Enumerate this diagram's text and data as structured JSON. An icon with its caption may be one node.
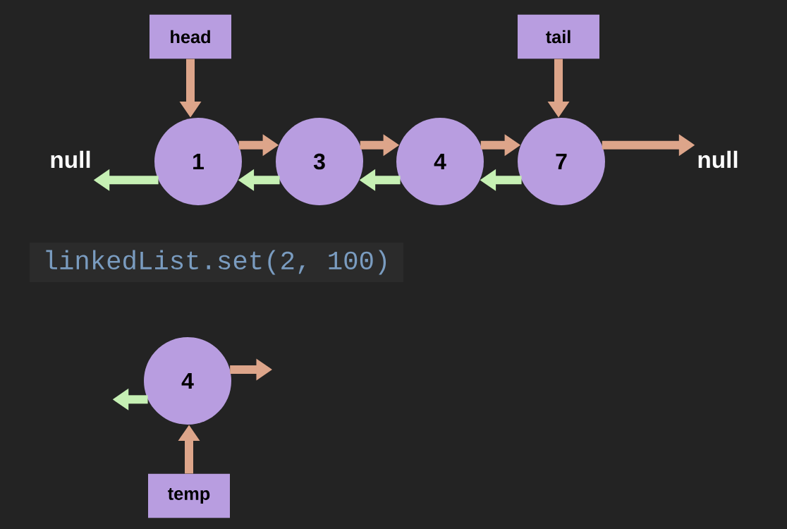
{
  "diagram": {
    "nodes": [
      {
        "text": [
          "head"
        ]
      },
      {
        "text": [
          "tail"
        ]
      },
      {
        "text": [
          "null"
        ]
      },
      {
        "text": [
          "1"
        ]
      },
      {
        "text": [
          "3"
        ]
      },
      {
        "text": [
          "4"
        ]
      },
      {
        "text": [
          "7"
        ]
      },
      {
        "text": [
          "null"
        ]
      },
      {
        "text": [
          "4"
        ]
      },
      {
        "text": [
          "temp"
        ]
      }
    ],
    "edges": [
      {
        "from": 0,
        "to": 3,
        "arrow": "to"
      },
      {
        "from": 1,
        "to": 6,
        "arrow": "to"
      },
      {
        "from": 3,
        "to": 4,
        "arrow": "to"
      },
      {
        "from": 4,
        "to": 5,
        "arrow": "to"
      },
      {
        "from": 5,
        "to": 6,
        "arrow": "to"
      },
      {
        "from": 6,
        "to": 7,
        "arrow": "to"
      },
      {
        "from": 3,
        "to": 2,
        "arrow": "to",
        "color": "#c6f0b4"
      },
      {
        "from": 4,
        "to": 3,
        "arrow": "to",
        "color": "#c6f0b4"
      },
      {
        "from": 5,
        "to": 4,
        "arrow": "to",
        "color": "#c6f0b4"
      },
      {
        "from": 6,
        "to": 5,
        "arrow": "to",
        "color": "#c6f0b4"
      },
      {
        "from": 8,
        "to": null,
        "arrow": "to"
      },
      {
        "from": 8,
        "to": null,
        "arrow": "to",
        "color": "#c6f0b4"
      },
      {
        "from": 9,
        "to": 8,
        "arrow": "to"
      }
    ],
    "labels": [
      "linkedList.set(2, 100)"
    ]
  }
}
